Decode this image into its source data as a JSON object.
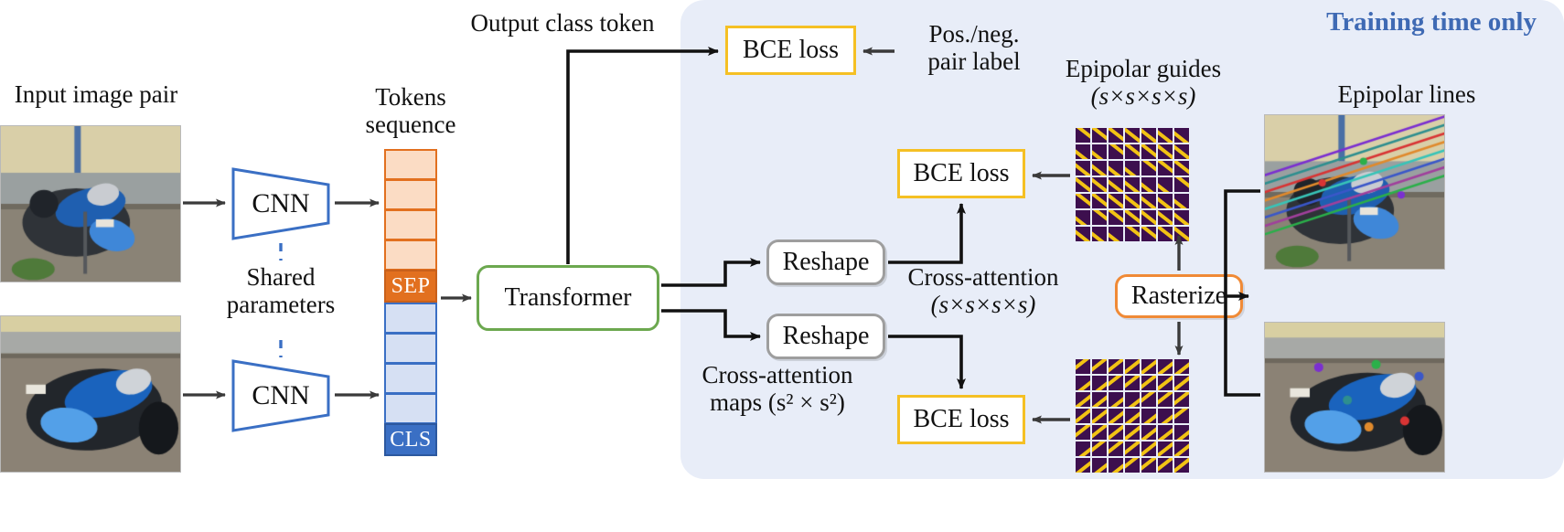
{
  "figure": {
    "type": "architecture-diagram",
    "title": "Transformer epipolar-guided image pair matching pipeline"
  },
  "panel": {
    "title": "Training time only",
    "accent_color": "#3f6ab4",
    "background_color": "#e8edf8"
  },
  "labels": {
    "input_image_pair": "Input image pair",
    "shared_parameters_line1": "Shared",
    "shared_parameters_line2": "parameters",
    "tokens_sequence_line1": "Tokens",
    "tokens_sequence_line2": "sequence",
    "output_class_token": "Output class token",
    "pos_neg_line1": "Pos./neg.",
    "pos_neg_line2": "pair label",
    "epipolar_guides_line1": "Epipolar guides",
    "epipolar_guides_dims": "(s×s×s×s)",
    "epipolar_lines": "Epipolar lines",
    "cross_attention_line1": "Cross-attention",
    "cross_attention_dims": "(s×s×s×s)",
    "cross_attention_maps_line1": "Cross-attention",
    "cross_attention_maps_line2": "maps (s² × s²)"
  },
  "blocks": {
    "cnn_top": "CNN",
    "cnn_bottom": "CNN",
    "transformer": "Transformer",
    "bce_loss_top": "BCE loss",
    "bce_loss_mid": "BCE loss",
    "bce_loss_bottom": "BCE loss",
    "reshape_top": "Reshape",
    "reshape_bottom": "Reshape",
    "rasterize": "Rasterize"
  },
  "tokens": {
    "image_a_token_count": 4,
    "image_b_token_count": 4,
    "sep_label": "SEP",
    "cls_label": "CLS",
    "color_image_a": "#fbdcc4",
    "color_image_a_border": "#e2701f",
    "color_sep": "#e2701f",
    "color_image_b": "#d6e0f3",
    "color_image_b_border": "#3a6fc4",
    "color_cls": "#3a6fc4"
  },
  "guides": {
    "rows": 7,
    "cols": 7,
    "cell_color": "#3d0f4e",
    "line_color": "#f2c314",
    "top_grid_direction": "descending-diagonal",
    "bottom_grid_direction": "ascending-diagonal"
  },
  "colors": {
    "transformer_border": "#6ca84f",
    "bce_border": "#f5c024",
    "reshape_border": "#9e9e9e",
    "rasterize_border": "#f08a36",
    "arrow": "#3a3a3a",
    "wire": "#111111",
    "cnn_stroke": "#3a6fc4"
  }
}
